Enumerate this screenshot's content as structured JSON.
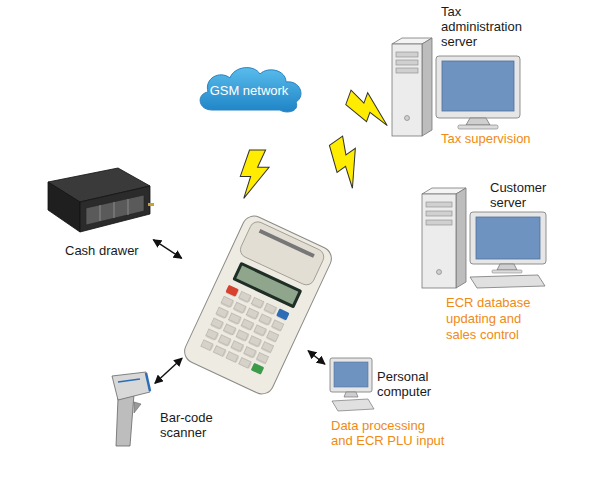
{
  "diagram": {
    "nodes": [
      {
        "text": [
          "Tax administration server",
          "Tax supervision"
        ]
      },
      {
        "text": [
          "GSM network"
        ]
      },
      {
        "text": [
          "Customer server",
          "ECR database updating and sales control"
        ]
      },
      {
        "text": [
          "Cash drawer"
        ]
      },
      {
        "text": []
      },
      {
        "text": [
          "Personal computer",
          "Data processing and ECR PLU input"
        ]
      },
      {
        "text": [
          "Bar-code scanner"
        ]
      }
    ],
    "edges": [
      {
        "from": 3,
        "to": 4,
        "arrow": "both"
      },
      {
        "from": 6,
        "to": 4,
        "arrow": "both"
      },
      {
        "from": 5,
        "to": 4,
        "arrow": "both"
      }
    ]
  }
}
